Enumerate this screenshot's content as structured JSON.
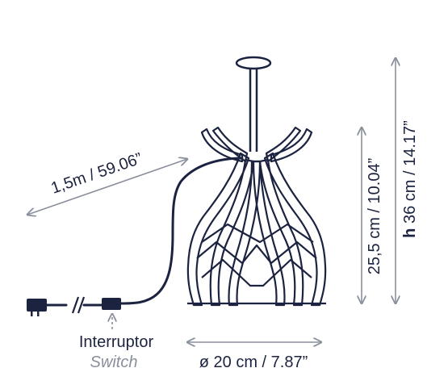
{
  "labels": {
    "cable_length": "1,5m / 59.06”",
    "diameter": "ø 20 cm / 7.87”",
    "shade_height": "25,5 cm / 10.04”",
    "total_height_prefix": "h",
    "total_height": " 36 cm / 14.17”",
    "switch_primary": "Interruptor",
    "switch_secondary": "Switch"
  },
  "colors": {
    "lamp_outline": "#1c2340",
    "dimension_arrows": "#8a8f9c",
    "background": "#ffffff"
  },
  "icons": [
    "plug-icon",
    "switch-icon",
    "cable-break-icon"
  ]
}
